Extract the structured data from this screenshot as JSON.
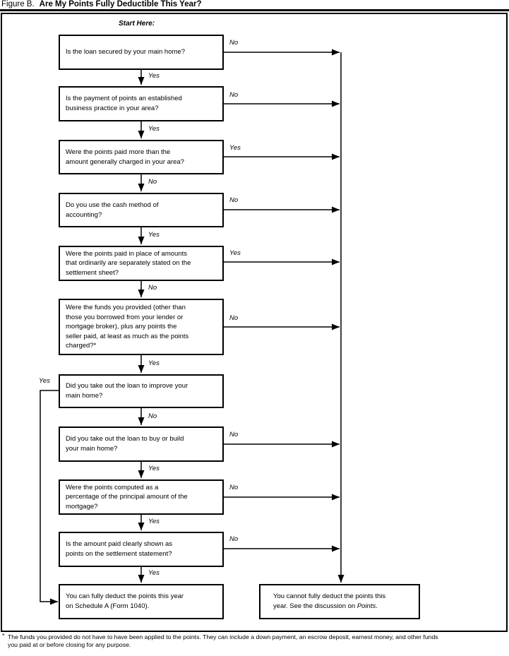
{
  "figure": {
    "title_prefix": "Figure B.",
    "title_main": "Are My Points Fully Deductible This Year?",
    "start_label": "Start Here:"
  },
  "nodes": [
    {
      "text": "Is the loan secured by your main home?",
      "side_label": "No",
      "down_label": "Yes"
    },
    {
      "text": "Is the payment of points an established\nbusiness practice in your area?",
      "side_label": "No",
      "down_label": "Yes"
    },
    {
      "text": "Were the points paid more than the\namount generally charged in your area?",
      "side_label": "Yes",
      "down_label": "No"
    },
    {
      "text": "Do you use the cash method of\naccounting?",
      "side_label": "No",
      "down_label": "Yes"
    },
    {
      "text": "Were the points paid in place of amounts\nthat ordinarily are separately stated on the\nsettlement sheet?",
      "side_label": "Yes",
      "down_label": "No"
    },
    {
      "text": "Were the funds you provided (other than\nthose you borrowed from your lender or\nmortgage broker), plus any points the\nseller paid, at least as much as the points\ncharged?*",
      "side_label": "No",
      "down_label": "Yes"
    },
    {
      "text": "Did you take out the loan to improve your\nmain home?",
      "side_label": "Yes",
      "down_label": "No"
    },
    {
      "text": "Did you take out the loan to buy or build\nyour main home?",
      "side_label": "No",
      "down_label": "Yes"
    },
    {
      "text": "Were the points computed as a\npercentage of the principal amount of the\nmortgage?",
      "side_label": "No",
      "down_label": "Yes"
    },
    {
      "text": "Is the amount paid clearly shown as\npoints on the settlement statement?",
      "side_label": "No",
      "down_label": "Yes"
    }
  ],
  "results": {
    "deduct_text": "You can fully deduct the points this year\non Schedule A (Form 1040).",
    "no_deduct_part1": "You cannot fully deduct the points this\nyear. See the discussion on ",
    "no_deduct_italic": "Points",
    "no_deduct_part2": "."
  },
  "footnote": {
    "marker": "*",
    "text": "The funds you provided do not have to have been applied to the points. They can include a down payment, an escrow deposit, earnest money, and other funds\nyou paid at or before closing for any purpose."
  }
}
